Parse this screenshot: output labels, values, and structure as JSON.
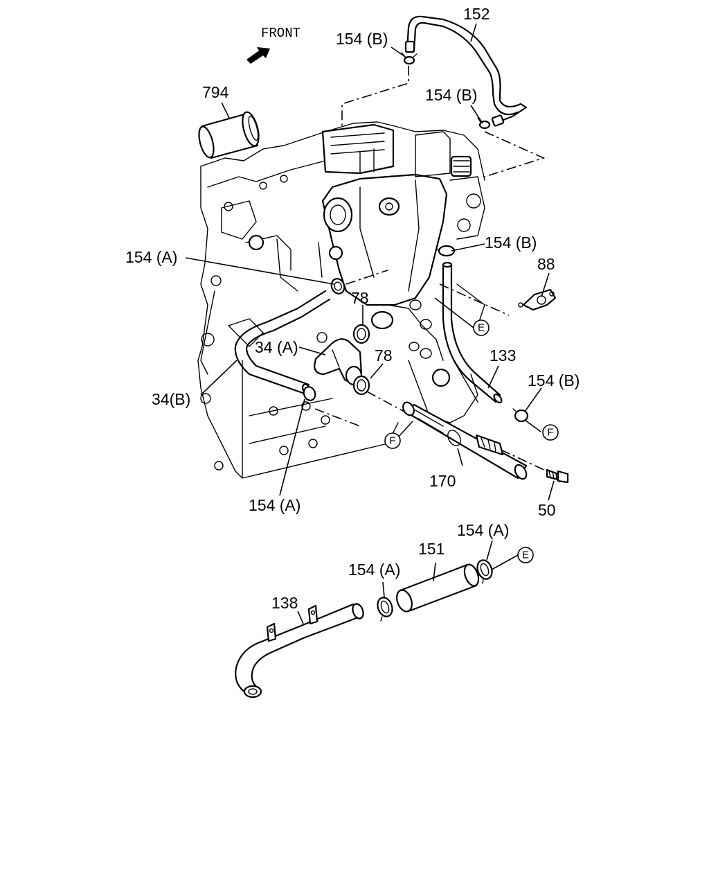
{
  "direction_label": "FRONT",
  "parts": {
    "p152": "152",
    "p154b_top": "154 (B)",
    "p154b_mid": "154 (B)",
    "p794": "794",
    "p154b_right": "154 (B)",
    "p88": "88",
    "p154a_left": "154 (A)",
    "p78_upper": "78",
    "p34a": "34 (A)",
    "p78_lower": "78",
    "p133": "133",
    "p154b_low": "154 (B)",
    "p34b": "34(B)",
    "p170": "170",
    "p154a_bottom": "154 (A)",
    "p50": "50",
    "p154a_151r": "154 (A)",
    "p151": "151",
    "p154a_151l": "154 (A)",
    "p138": "138"
  },
  "refs": {
    "e_upper": "E",
    "f_right": "F",
    "f_lower": "F",
    "e_lower": "E"
  }
}
